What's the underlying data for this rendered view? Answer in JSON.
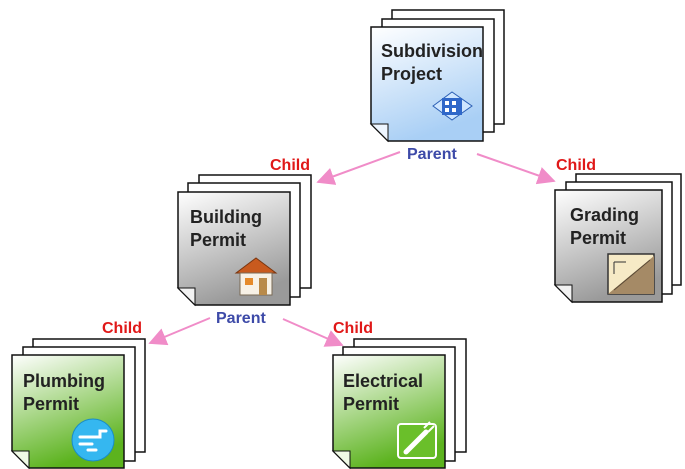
{
  "nodes": {
    "subdivision": {
      "title_line1": "Subdivision",
      "title_line2": "Project",
      "icon": "building-icon"
    },
    "building": {
      "title_line1": "Building",
      "title_line2": "Permit",
      "icon": "house-icon"
    },
    "grading": {
      "title_line1": "Grading",
      "title_line2": "Permit",
      "icon": "slope-terrain-icon"
    },
    "plumbing": {
      "title_line1": "Plumbing",
      "title_line2": "Permit",
      "icon": "faucet-icon"
    },
    "electrical": {
      "title_line1": "Electrical",
      "title_line2": "Permit",
      "icon": "plug-icon"
    }
  },
  "labels": {
    "parent_top": "Parent",
    "child_left_top": "Child",
    "child_right_top": "Child",
    "parent_mid": "Parent",
    "child_left_bottom": "Child",
    "child_right_bottom": "Child"
  },
  "colors": {
    "subdivision_fill": "#d6eaff",
    "building_fill": "#b8b8b8",
    "grading_fill": "#bdbdbd",
    "plumbing_fill": "#6fbf2a",
    "electrical_fill": "#6fbf2a",
    "connector": "#f08cc8",
    "child_label": "#e01818",
    "parent_label": "#3d4aa8"
  }
}
